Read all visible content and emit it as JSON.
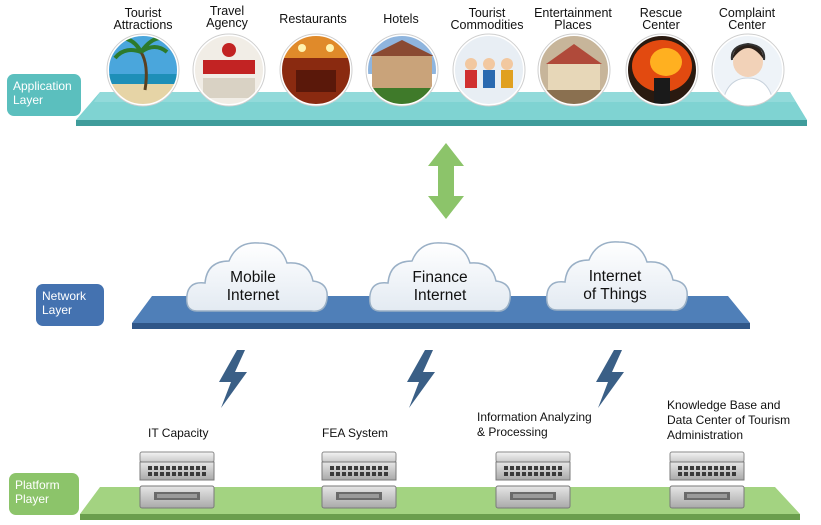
{
  "layers": {
    "application": {
      "label": "Application\nLayer",
      "color": "#5bbfbe"
    },
    "network": {
      "label": "Network\nLayer",
      "color": "#4472b0"
    },
    "platform": {
      "label": "Platform\nPlayer",
      "color": "#8cc46a"
    }
  },
  "applications": [
    {
      "label": "Tourist\nAttractions",
      "icon": "beach-palm-photo"
    },
    {
      "label": "Travel\nAgency",
      "icon": "travel-agency-storefront-photo"
    },
    {
      "label": "Restaurants",
      "icon": "restaurant-interior-photo"
    },
    {
      "label": "Hotels",
      "icon": "hotel-building-photo"
    },
    {
      "label": "Tourist\nCommodities",
      "icon": "souvenir-figurines-photo"
    },
    {
      "label": "Entertainment\nPlaces",
      "icon": "carousel-photo"
    },
    {
      "label": "Rescue\nCenter",
      "icon": "firefighter-photo"
    },
    {
      "label": "Complaint\nCenter",
      "icon": "call-center-agent-photo"
    }
  ],
  "networks": [
    {
      "label": "Mobile\nInternet"
    },
    {
      "label": "Finance\nInternet"
    },
    {
      "label": "Internet\nof Things"
    }
  ],
  "platforms": [
    {
      "label": "IT Capacity"
    },
    {
      "label": "FEA System"
    },
    {
      "label": "Information Analyzing\n& Processing"
    },
    {
      "label": "Knowledge Base and\nData Center of Tourism\nAdministration"
    }
  ],
  "colors": {
    "arrow": "#8cc46a",
    "lightning": "#3a5f86",
    "cloud_stroke": "#9ab0c6"
  }
}
